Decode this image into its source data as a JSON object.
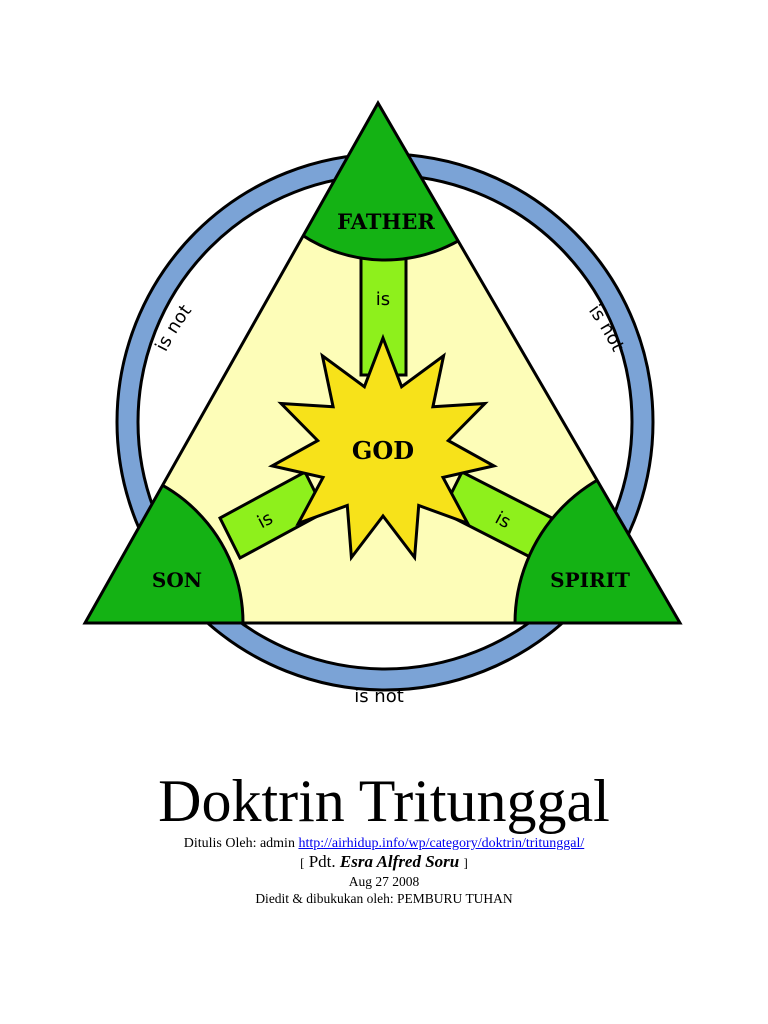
{
  "diagram": {
    "nodes": {
      "father": "FATHER",
      "son": "SON",
      "spirit": "SPIRIT",
      "god": "GOD"
    },
    "relations": {
      "is": "is",
      "is_not": "is not"
    },
    "colors": {
      "ring_fill": "#7ba3d6",
      "corner_fill": "#14b214",
      "connector_fill": "#8ef01c",
      "triangle_fill": "#fdfdb8",
      "star_fill": "#f7e21a",
      "outline": "#000000"
    }
  },
  "document": {
    "title": "Doktrin Tritunggal",
    "written_by_prefix": "Ditulis Oleh: admin",
    "source_link": "http://airhidup.info/wp/category/doktrin/tritunggal/",
    "bracket_open": "[",
    "author_prefix": "Pdt.",
    "author_name": "Esra Alfred Soru",
    "bracket_close": "]",
    "date": "Aug 27 2008",
    "edited_by": "Diedit & dibukukan oleh: PEMBURU TUHAN"
  }
}
